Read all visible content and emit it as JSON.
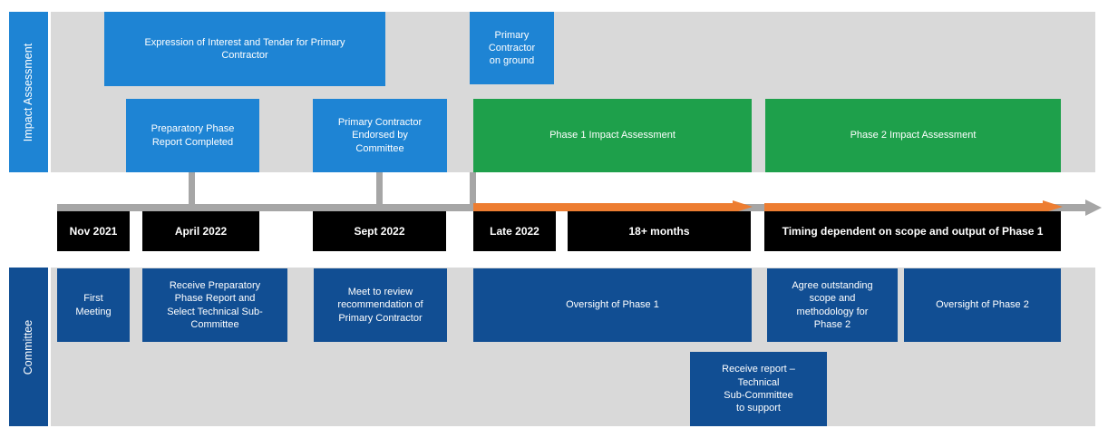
{
  "colors": {
    "light_blue": "#1E84D4",
    "dark_blue": "#114E93",
    "green": "#1EA04B",
    "orange": "#ED7D31",
    "lane_gray": "#D9D9D9",
    "axis_gray": "#A6A6A6",
    "label_black": "#000000",
    "text_white": "#FFFFFF"
  },
  "impact_lane": {
    "label": "Impact Assessment",
    "boxes": [
      {
        "text": "Expression of Interest and Tender for Primary\nContractor"
      },
      {
        "text": "Primary\nContractor\non ground"
      },
      {
        "text": "Preparatory Phase\nReport Completed"
      },
      {
        "text": "Primary Contractor\nEndorsed by\nCommittee"
      },
      {
        "text": "Phase 1 Impact Assessment"
      },
      {
        "text": "Phase 2 Impact Assessment"
      }
    ]
  },
  "timeline": {
    "labels": [
      {
        "text": "Nov 2021"
      },
      {
        "text": "April 2022"
      },
      {
        "text": "Sept 2022"
      },
      {
        "text": "Late 2022"
      },
      {
        "text": "18+ months"
      },
      {
        "text": "Timing dependent on scope and output of Phase 1"
      }
    ]
  },
  "committee_lane": {
    "label": "Committee",
    "boxes": [
      {
        "text": "First\nMeeting"
      },
      {
        "text": "Receive Preparatory\nPhase Report and\nSelect Technical Sub-\nCommittee"
      },
      {
        "text": "Meet to review\nrecommendation of\nPrimary Contractor"
      },
      {
        "text": "Oversight of Phase 1"
      },
      {
        "text": "Agree outstanding\nscope and\nmethodology for\nPhase 2"
      },
      {
        "text": "Oversight of Phase 2"
      },
      {
        "text": "Receive report –\nTechnical\nSub-Committee\nto support"
      }
    ]
  }
}
